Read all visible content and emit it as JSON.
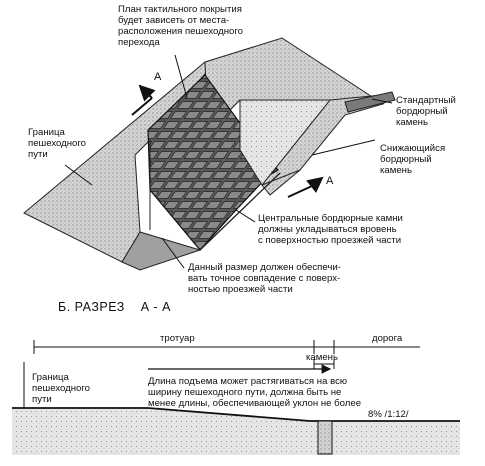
{
  "top_view": {
    "plan_note": "План тактильного покрытия\nбудет зависеть от места-\nрасположения пешеходного\nперехода",
    "path_border": "Граница\nпешеходного\nпути",
    "standard_curb": "Стандартный\nбордюрный\nкамень",
    "lowered_curb": "Снижающийся\nбордюрный\nкамень",
    "central_curb_note": "Центральные бордюрные камни\nдолжны укладываться вровень\nс поверхностью проезжей части",
    "dimension_note": "Данный размер должен обеспечи-\nвать точное совпадение с поверх-\nностью проезжей части",
    "section_mark_a": "A"
  },
  "section": {
    "title": "Б. РАЗРЕЗ    А - А",
    "sidewalk": "тротуар",
    "road": "дорога",
    "stone": "камень",
    "path_border": "Граница\nпешеходного\nпути",
    "ramp_note": "Длина подъема может растягиваться на всю\nширину пешеходного пути, должна быть не\nменее длины, обеспечивающей уклон не более",
    "slope": "8% /1:12/"
  },
  "colors": {
    "ink": "#111111",
    "surface": "#c8c8c8",
    "tactile": "#6b6b6b",
    "road": "#9a9a9a"
  }
}
